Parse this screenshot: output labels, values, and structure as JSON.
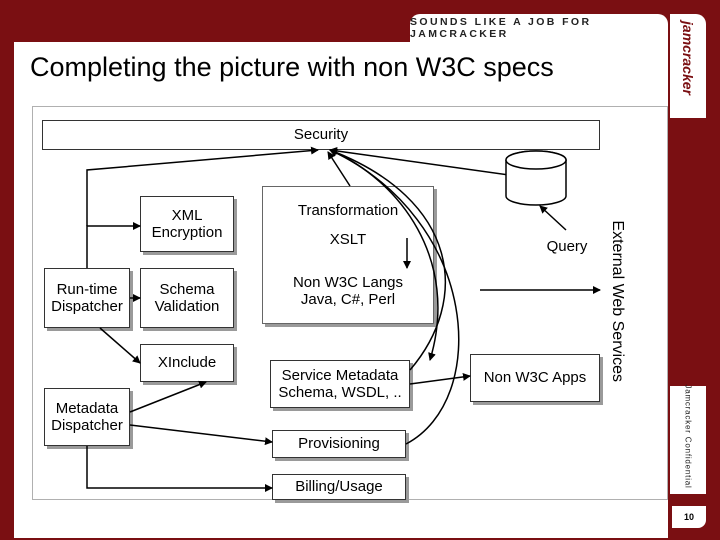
{
  "header": {
    "tagline": "SOUNDS LIKE A JOB FOR JAMCRACKER",
    "brand": "jamcracker",
    "title": "Completing the picture with non W3C specs",
    "confidential": "Jamcracker Confidential",
    "page_number": "10"
  },
  "diagram": {
    "security": "Security",
    "xml_encryption": "XML\nEncryption",
    "schema_validation": "Schema\nValidation",
    "xinclude": "XInclude",
    "runtime_dispatcher": "Run-time\nDispatcher",
    "metadata_dispatcher": "Metadata\nDispatcher",
    "transformation": "Transformation",
    "xslt": "XSLT",
    "non_w3c_langs": "Non W3C Langs\nJava, C#, Perl",
    "service_metadata": "Service Metadata\nSchema, WSDL, ..",
    "provisioning": "Provisioning",
    "billing_usage": "Billing/Usage",
    "query": "Query",
    "non_w3c_apps": "Non W3C Apps",
    "external_web_services": "External Web Services"
  },
  "colors": {
    "background": "#7a0f12",
    "slide": "#ffffff",
    "shadow": "#9a9a9a"
  }
}
